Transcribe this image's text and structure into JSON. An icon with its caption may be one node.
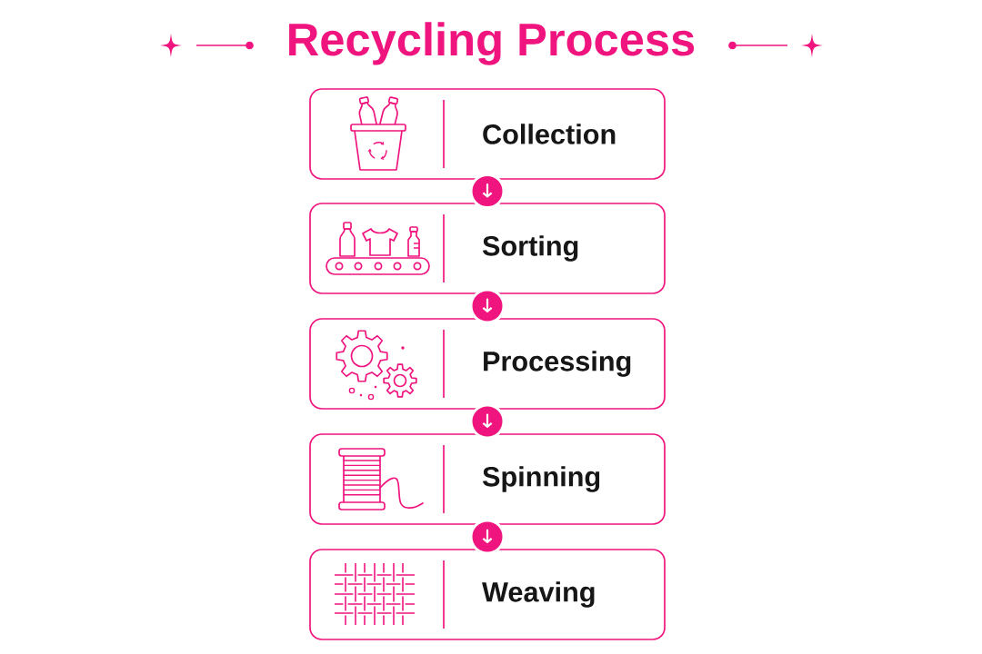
{
  "diagram": {
    "title": "Recycling Process",
    "nodes": [
      {
        "text": [
          "Collection"
        ]
      },
      {
        "text": [
          "Sorting"
        ]
      },
      {
        "text": [
          "Processing"
        ]
      },
      {
        "text": [
          "Spinning"
        ]
      },
      {
        "text": [
          "Weaving"
        ]
      }
    ],
    "edges": [
      {
        "from": 0,
        "to": 1,
        "arrow": "to"
      },
      {
        "from": 1,
        "to": 2,
        "arrow": "to"
      },
      {
        "from": 2,
        "to": 3,
        "arrow": "to"
      },
      {
        "from": 3,
        "to": 4,
        "arrow": "to"
      }
    ]
  }
}
